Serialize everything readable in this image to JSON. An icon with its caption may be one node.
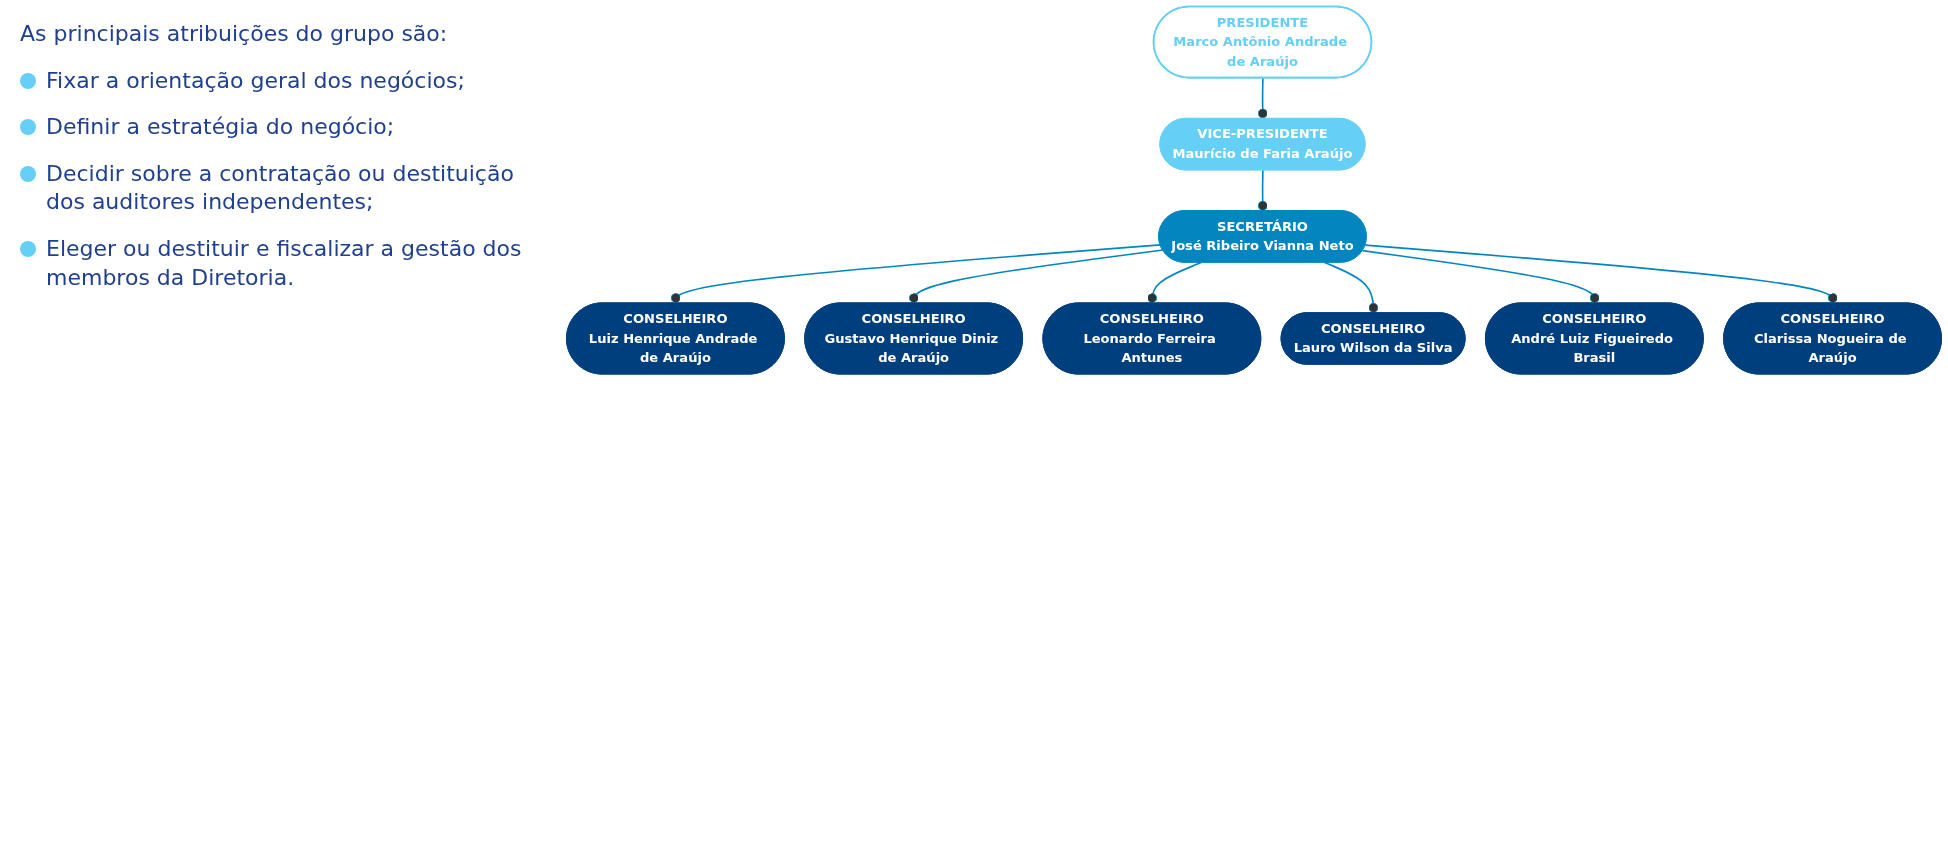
{
  "diagram": {
    "nodes": [
      {
        "text": [
          "PRESIDENTE",
          "Marco Antônio Andrade de Araújo"
        ]
      },
      {
        "text": [
          "VICE-PRESIDENTE",
          "Maurício de Faria Araújo"
        ]
      },
      {
        "text": [
          "SECRETÁRIO",
          "José Ribeiro Vianna Neto"
        ]
      },
      {
        "text": [
          "CONSELHEIRO",
          "Luiz Henrique Andrade de Araújo"
        ]
      },
      {
        "text": [
          "CONSELHEIRO",
          "Gustavo Henrique Diniz de Araújo"
        ]
      },
      {
        "text": [
          "CONSELHEIRO",
          "Leonardo Ferreira Antunes"
        ]
      },
      {
        "text": [
          "CONSELHEIRO",
          "Lauro Wilson da Silva"
        ]
      },
      {
        "text": [
          "CONSELHEIRO",
          "André Luiz Figueiredo Brasil"
        ]
      },
      {
        "text": [
          "CONSELHEIRO",
          "Clarissa Nogueira de Araújo"
        ]
      }
    ],
    "edges": [
      {
        "from": 0,
        "to": 1,
        "arrow": "other"
      },
      {
        "from": 1,
        "to": 2,
        "arrow": "other"
      },
      {
        "from": 2,
        "to": 3,
        "arrow": "other"
      },
      {
        "from": 2,
        "to": 4,
        "arrow": "other"
      },
      {
        "from": 2,
        "to": 5,
        "arrow": "other"
      },
      {
        "from": 2,
        "to": 6,
        "arrow": "other"
      },
      {
        "from": 2,
        "to": 7,
        "arrow": "other"
      },
      {
        "from": 2,
        "to": 8,
        "arrow": "other"
      }
    ],
    "labels": [
      "As principais atribuições do grupo são:",
      "Fixar a orientação geral dos negócios;",
      "Definir a estratégia do negócio;",
      "Decidir sobre a contratação ou destituição dos auditores independentes;",
      "Eleger ou destituir e fiscalizar a gestão dos membros da Diretoria."
    ]
  }
}
